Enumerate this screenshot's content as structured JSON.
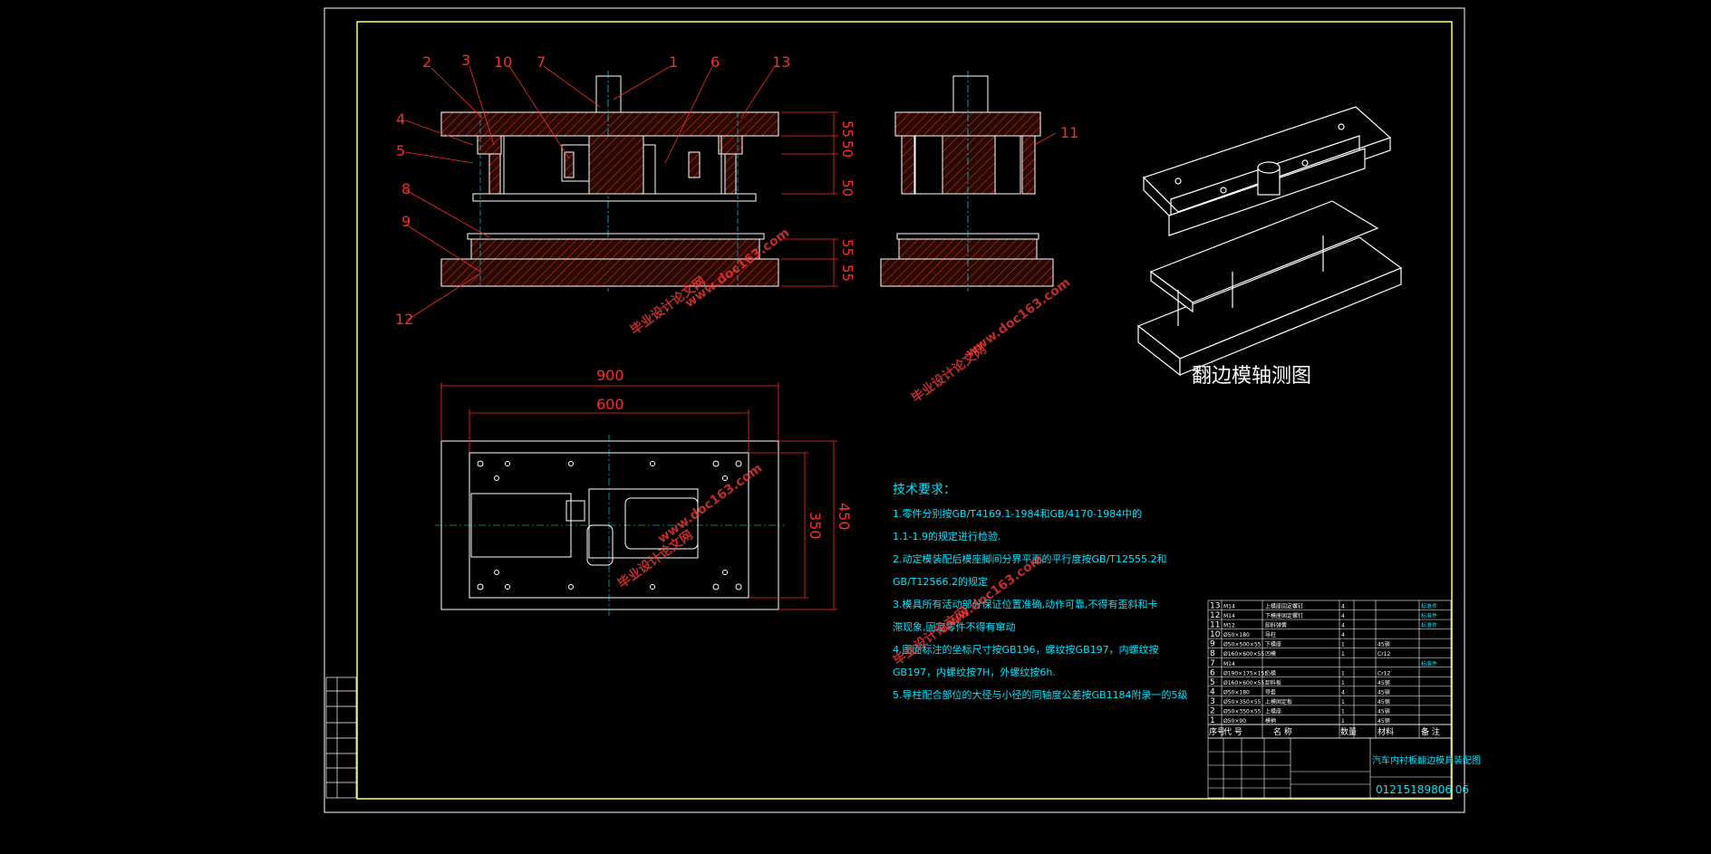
{
  "part_numbers": [
    "2",
    "3",
    "10",
    "7",
    "1",
    "6",
    "13",
    "4",
    "5",
    "8",
    "9",
    "12",
    "11"
  ],
  "dims_front": [
    "55",
    "50",
    "50",
    "55",
    "55"
  ],
  "dims_plan": {
    "w_outer": "900",
    "w_inner": "600",
    "h_inner": "350",
    "h_outer": "450"
  },
  "axon_caption": "翻边模轴测图",
  "tech": {
    "title": "技术要求：",
    "lines": [
      "1.零件分别按GB/T4169.1-1984和GB/4170-1984中的",
      "1.1-1.9的规定进行检验.",
      "2.动定模装配后模座脚间分界平面的平行度按GB/T12555.2和",
      "GB/T12566.2的规定",
      "3.模具所有活动部分保证位置准确,动作可靠,不得有歪斜和卡",
      "滞现象,固定零件不得有窜动",
      "4.图面标注的坐标尺寸按GB196，螺纹按GB197，内螺纹按",
      "GB197，内螺纹按7H，外螺纹按6h.",
      "5.导柱配合部位的大径与小径的同轴度公差按GB1184附录一的5级"
    ]
  },
  "bom": {
    "rows": [
      {
        "no": "13",
        "code": "M14",
        "name": "上模座固定螺钉",
        "qty": "4",
        "mat": "",
        "note": "标准件"
      },
      {
        "no": "12",
        "code": "M14",
        "name": "下模座固定螺钉",
        "qty": "4",
        "mat": "",
        "note": "标准件"
      },
      {
        "no": "11",
        "code": "M12",
        "name": "卸料弹簧",
        "qty": "4",
        "mat": "",
        "note": "标准件"
      },
      {
        "no": "10",
        "code": "Ø50×180",
        "name": "导柱",
        "qty": "4",
        "mat": "",
        "note": ""
      },
      {
        "no": "9",
        "code": "Ø50×500×55",
        "name": "下模座",
        "qty": "1",
        "mat": "45钢",
        "note": ""
      },
      {
        "no": "8",
        "code": "Ø160×600×55",
        "name": "凹模",
        "qty": "1",
        "mat": "Cr12",
        "note": ""
      },
      {
        "no": "7",
        "code": "M14",
        "name": "",
        "qty": "",
        "mat": "",
        "note": "标准件"
      },
      {
        "no": "6",
        "code": "Ø190×175×155",
        "name": "凸模",
        "qty": "1",
        "mat": "Cr12",
        "note": ""
      },
      {
        "no": "5",
        "code": "Ø160×600×55",
        "name": "卸料板",
        "qty": "1",
        "mat": "45钢",
        "note": ""
      },
      {
        "no": "4",
        "code": "Ø50×180",
        "name": "导套",
        "qty": "4",
        "mat": "45钢",
        "note": ""
      },
      {
        "no": "3",
        "code": "Ø50×350×55",
        "name": "上模固定板",
        "qty": "1",
        "mat": "45钢",
        "note": ""
      },
      {
        "no": "2",
        "code": "Ø50×350×55",
        "name": "上模座",
        "qty": "1",
        "mat": "45钢",
        "note": ""
      },
      {
        "no": "1",
        "code": "Ø50×90",
        "name": "模柄",
        "qty": "1",
        "mat": "45钢",
        "note": ""
      }
    ],
    "header": {
      "no": "序号",
      "code": "代  号",
      "name": "名    称",
      "qty": "数量",
      "mat": "材料",
      "note": "备  注"
    }
  },
  "title_block": {
    "drawing_title": "汽车内衬板翻边模具装配图",
    "drawing_no": "01215189806 06"
  },
  "watermarks": [
    "毕业设计论文网",
    "www.doc163.com"
  ],
  "colors": {
    "bg": "#000000",
    "frame": "#ffff66",
    "outline": "#ffffff",
    "dims": "#ff2a2a",
    "text": "#00e5ff",
    "hatch": "#b03020"
  }
}
